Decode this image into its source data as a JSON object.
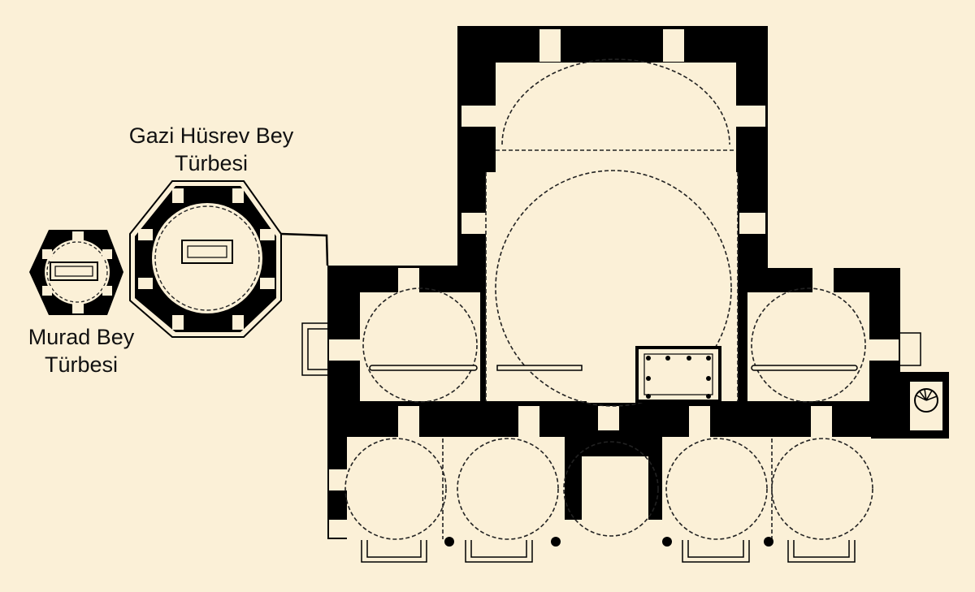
{
  "labels": {
    "gazi_husrev": {
      "line1": "Gazi Hüsrev Bey",
      "line2": "Türbesi"
    },
    "murad": {
      "line1": "Murad Bey",
      "line2": "Türbesi"
    }
  },
  "colors": {
    "background": "#fbf0d7",
    "wall": "#000000",
    "dome": "#222222"
  }
}
